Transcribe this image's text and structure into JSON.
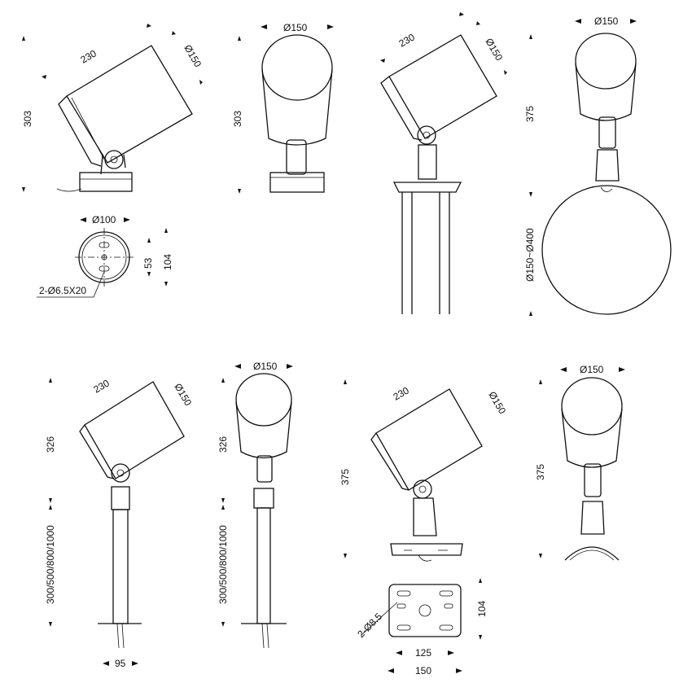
{
  "views": {
    "v1": {
      "d230": "230",
      "d150": "Ø150",
      "d303": "303"
    },
    "v2": {
      "d150": "Ø150",
      "d303": "303"
    },
    "v3": {
      "d230": "230",
      "d150": "Ø150"
    },
    "v4": {
      "d150": "Ø150",
      "d375": "375",
      "dsphere": "Ø150~Ø400"
    },
    "base": {
      "d100": "Ø100",
      "d53": "53",
      "d104": "104",
      "holes": "2-Ø6.5X20"
    },
    "v5": {
      "d230": "230",
      "d150": "Ø150",
      "d326": "326",
      "dlen": "300/500/800/1000",
      "d95": "95"
    },
    "v6": {
      "d150": "Ø150",
      "d326": "326",
      "dlen": "300/500/800/1000"
    },
    "v7": {
      "d230": "230",
      "d150": "Ø150",
      "d375": "375"
    },
    "v8": {
      "d150": "Ø150",
      "d375": "375"
    },
    "plate": {
      "holes": "2-Ø8.5",
      "d104": "104",
      "d125": "125",
      "d150": "150"
    }
  }
}
